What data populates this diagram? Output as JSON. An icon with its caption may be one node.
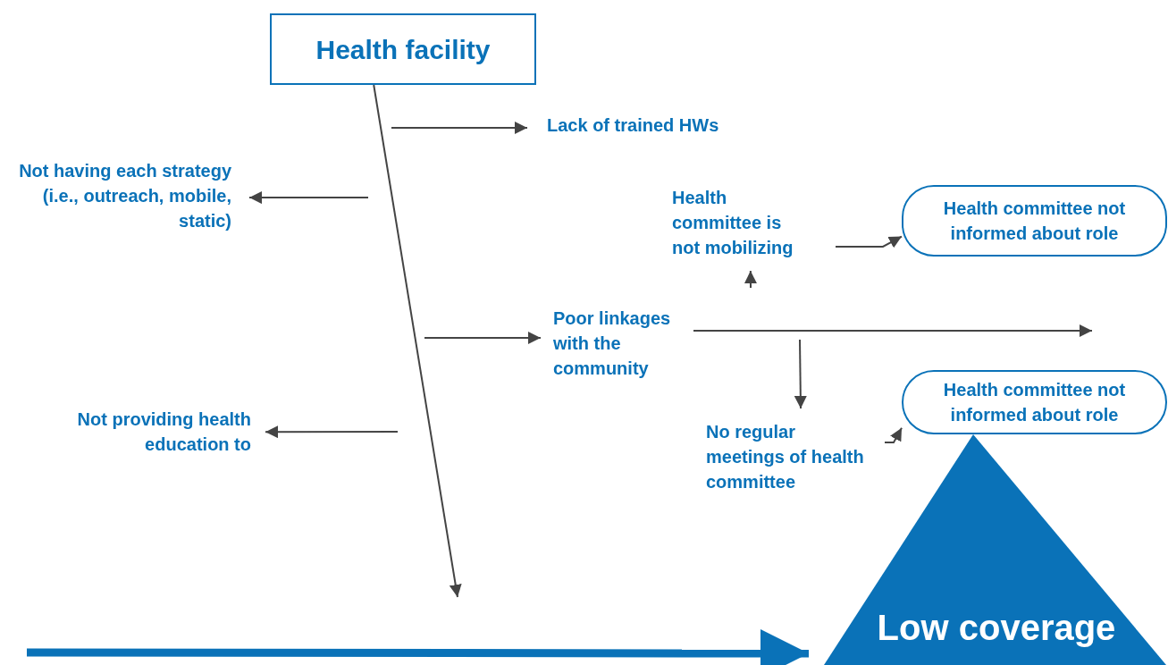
{
  "diagram": {
    "nodes": [
      {
        "text": [
          "Health facility"
        ]
      },
      {
        "text": [
          "Lack of trained HWs"
        ]
      },
      {
        "text": [
          "Not having each strategy (i.e., outreach, mobile, static)"
        ]
      },
      {
        "text": [
          "Not providing health education to"
        ]
      },
      {
        "text": [
          "Poor linkages with the community"
        ]
      },
      {
        "text": [
          "Health committee is not mobilizing"
        ]
      },
      {
        "text": [
          "Health committee not informed about role"
        ]
      },
      {
        "text": [
          "No regular meetings of health committee"
        ]
      },
      {
        "text": [
          "Health committee not informed about role"
        ]
      },
      {
        "text": [
          "Low coverage"
        ]
      }
    ],
    "edges": [
      {
        "from": 0,
        "to": null,
        "arrow": "to"
      },
      {
        "from": null,
        "to": 1,
        "arrow": "to"
      },
      {
        "from": null,
        "to": 2,
        "arrow": "to"
      },
      {
        "from": null,
        "to": 3,
        "arrow": "to"
      },
      {
        "from": null,
        "to": 4,
        "arrow": "to"
      },
      {
        "from": 4,
        "to": null,
        "arrow": "to"
      },
      {
        "from": null,
        "to": 5,
        "arrow": "to"
      },
      {
        "from": 5,
        "to": 6,
        "arrow": "to"
      },
      {
        "from": null,
        "to": 7,
        "arrow": "to"
      },
      {
        "from": 7,
        "to": 8,
        "arrow": "to"
      },
      {
        "from": null,
        "to": 9,
        "arrow": "to",
        "style": "thick",
        "color": "#0a72b8"
      }
    ]
  }
}
